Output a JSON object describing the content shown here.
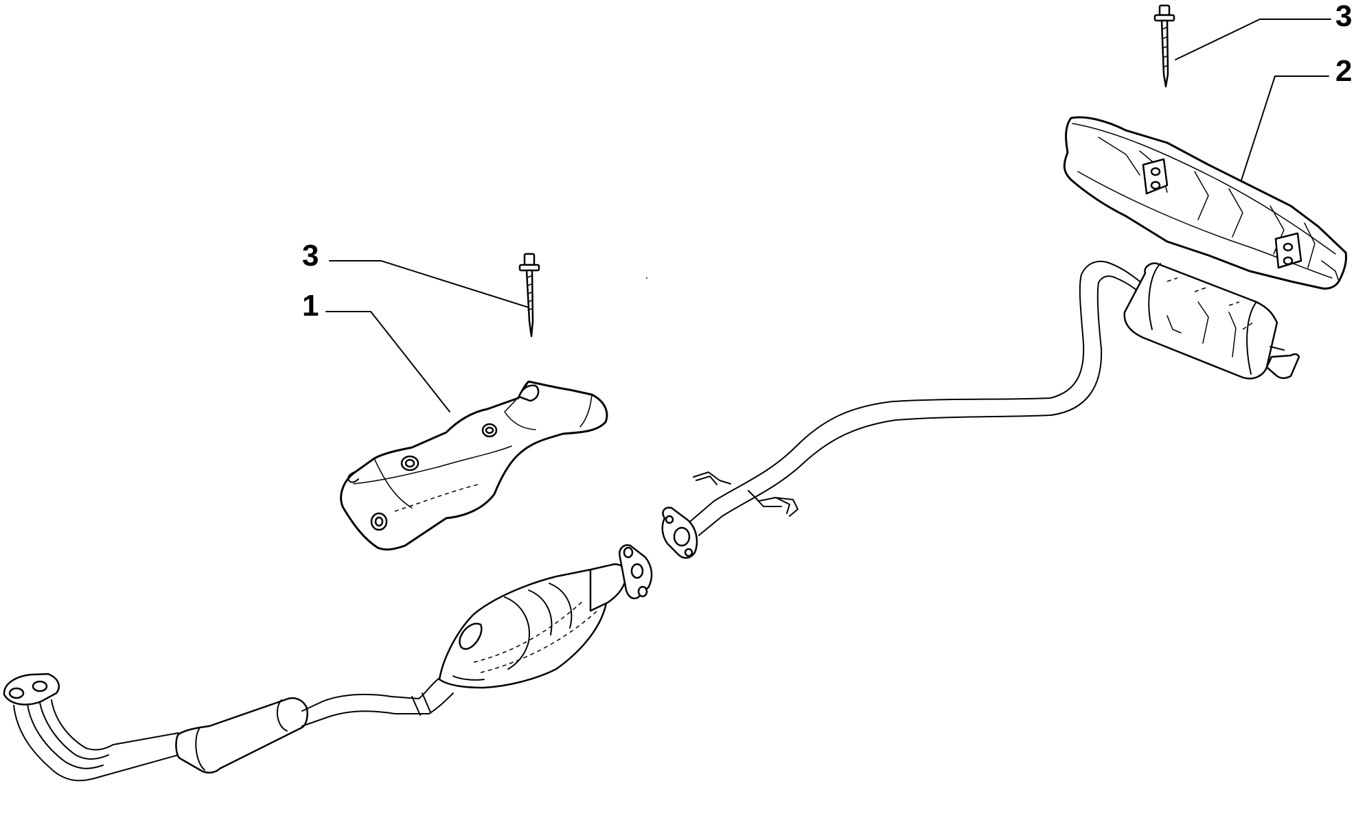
{
  "callouts": {
    "part_1": "1",
    "part_2": "2",
    "part_3_left": "3",
    "part_3_right": "3"
  }
}
